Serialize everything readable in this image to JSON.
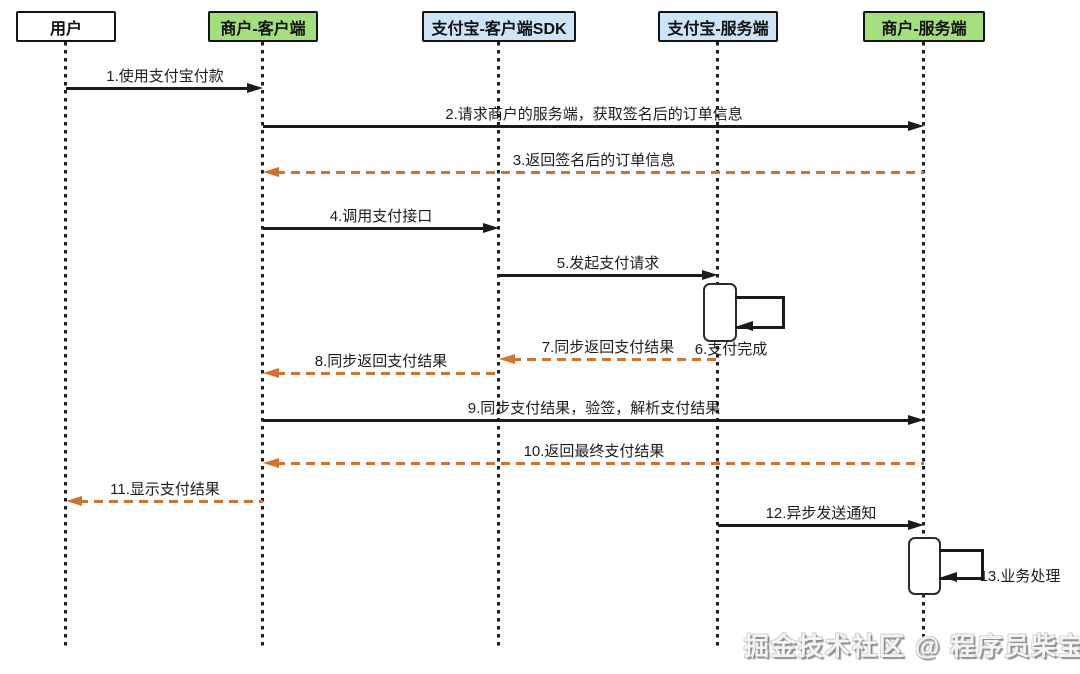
{
  "actors": [
    {
      "label": "用户",
      "color": "#ffffff"
    },
    {
      "label": "商户-客户端",
      "color": "#a5df7d"
    },
    {
      "label": "支付宝-客户端SDK",
      "color": "#cde4f9"
    },
    {
      "label": "支付宝-服务端",
      "color": "#cde4f9"
    },
    {
      "label": "商户-服务端",
      "color": "#a5df7d"
    }
  ],
  "messages": [
    {
      "label": "1.使用支付宝付款",
      "from": "用户",
      "to": "商户-客户端",
      "style": "solid"
    },
    {
      "label": "2.请求商户的服务端，获取签名后的订单信息",
      "from": "商户-客户端",
      "to": "商户-服务端",
      "style": "solid"
    },
    {
      "label": "3.返回签名后的订单信息",
      "from": "商户-服务端",
      "to": "商户-客户端",
      "style": "dashed-return"
    },
    {
      "label": "4.调用支付接口",
      "from": "商户-客户端",
      "to": "支付宝-客户端SDK",
      "style": "solid"
    },
    {
      "label": "5.发起支付请求",
      "from": "支付宝-客户端SDK",
      "to": "支付宝-服务端",
      "style": "solid"
    },
    {
      "label": "6.支付完成",
      "from": "支付宝-服务端",
      "to": "支付宝-服务端",
      "style": "self"
    },
    {
      "label": "7.同步返回支付结果",
      "from": "支付宝-服务端",
      "to": "支付宝-客户端SDK",
      "style": "dashed-return"
    },
    {
      "label": "8.同步返回支付结果",
      "from": "支付宝-客户端SDK",
      "to": "商户-客户端",
      "style": "dashed-return"
    },
    {
      "label": "9.同步支付结果，验签，解析支付结果",
      "from": "商户-客户端",
      "to": "商户-服务端",
      "style": "solid"
    },
    {
      "label": "10.返回最终支付结果",
      "from": "商户-服务端",
      "to": "商户-客户端",
      "style": "dashed-return"
    },
    {
      "label": "11.显示支付结果",
      "from": "商户-客户端",
      "to": "用户",
      "style": "dashed-return"
    },
    {
      "label": "12.异步发送通知",
      "from": "支付宝-服务端",
      "to": "商户-服务端",
      "style": "solid"
    },
    {
      "label": "13.业务处理",
      "from": "商户-服务端",
      "to": "商户-服务端",
      "style": "self"
    }
  ],
  "watermark": "掘金技术社区 @ 程序员柴宝",
  "colors": {
    "solid_arrow": "#1a1a1a",
    "return_arrow": "#d2722e",
    "actor_green": "#a5df7d",
    "actor_blue": "#cde4f9",
    "actor_white": "#ffffff"
  }
}
